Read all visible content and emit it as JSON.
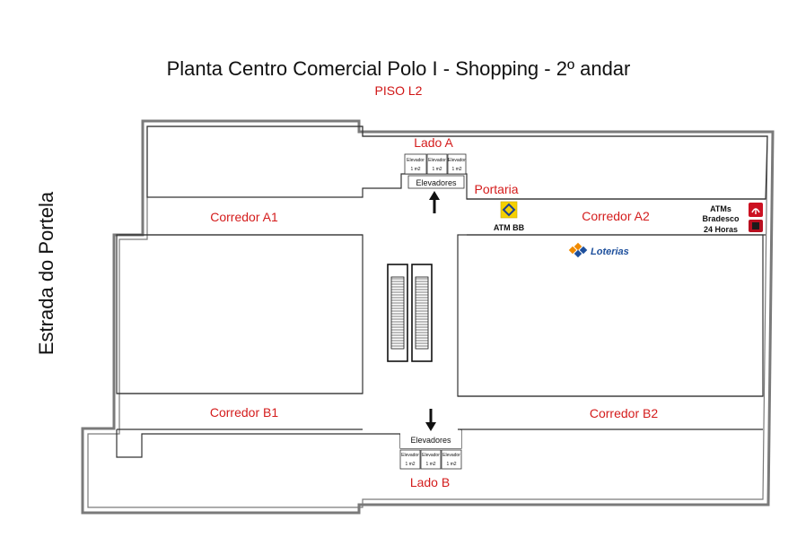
{
  "title": "Planta Centro Comercial Polo I - Shopping - 2º andar",
  "subtitle": "PISO L2",
  "road_label": "Estrada do Portela",
  "areas": {
    "lado_a": "Lado A",
    "lado_b": "Lado B",
    "corredor_a1": "Corredor A1",
    "corredor_a2": "Corredor A2",
    "corredor_b1": "Corredor B1",
    "corredor_b2": "Corredor B2",
    "portaria": "Portaria"
  },
  "elevators_top": {
    "label": "Elevadores",
    "cars": [
      {
        "name": "Elevador",
        "capacity": "1 m2"
      },
      {
        "name": "Elevador",
        "capacity": "1 m2"
      },
      {
        "name": "Elevador",
        "capacity": "1 m2"
      }
    ]
  },
  "elevators_bottom": {
    "label": "Elevadores",
    "cars": [
      {
        "name": "Elevador",
        "capacity": "1 m2"
      },
      {
        "name": "Elevador",
        "capacity": "1 m2"
      },
      {
        "name": "Elevador",
        "capacity": "1 m2"
      }
    ]
  },
  "services": {
    "atm_bb": "ATM BB",
    "atm_bradesco_line1": "ATMs",
    "atm_bradesco_line2": "Bradesco",
    "atm_bradesco_line3": "24 Horas",
    "loterias": "Loterias"
  },
  "colors": {
    "wall": "#888888",
    "label_red": "#d41c1c",
    "bb_yellow": "#f5d000",
    "bradesco_red": "#cc1122",
    "loterias_blue": "#1d4f9c",
    "loterias_orange": "#f08a00"
  }
}
